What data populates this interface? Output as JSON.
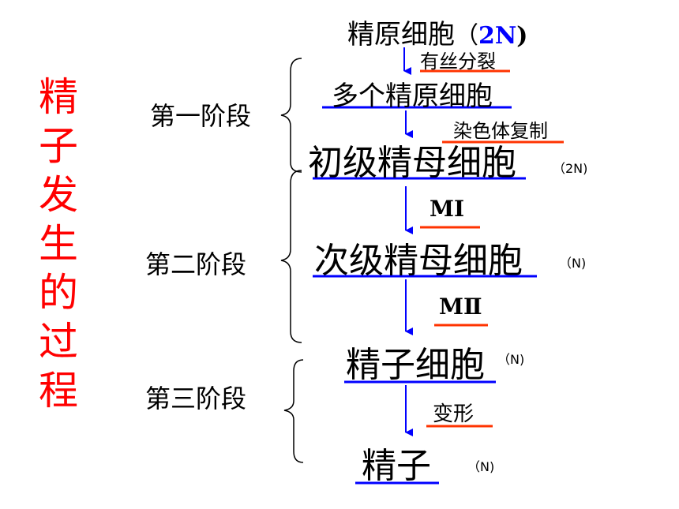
{
  "title_chars": [
    "精",
    "子",
    "发",
    "生",
    "的",
    "过",
    "程"
  ],
  "stages": {
    "stage1": "第一阶段",
    "stage2": "第二阶段",
    "stage3": "第三阶段"
  },
  "nodes": {
    "spermatogonium": "精原细胞",
    "spermatogonium_ploidy": "2N",
    "many_spermatogonia": "多个精原细胞",
    "primary_spermatocyte": "初级精母细胞",
    "primary_ploidy": "（2N)",
    "secondary_spermatocyte": "次级精母细胞",
    "secondary_ploidy": "（N)",
    "spermatid": "精子细胞",
    "spermatid_ploidy": "（N)",
    "sperm": "精子",
    "sperm_ploidy": "（N)"
  },
  "processes": {
    "mitosis": "有丝分裂",
    "dna_replication": "染色体复制",
    "meiosis1": "MⅠ",
    "meiosis2": "MⅡ",
    "transformation": "变形"
  },
  "colors": {
    "title": "#ff0000",
    "underline_node": "#0000ff",
    "underline_process": "#ff3300",
    "arrow": "#0000ff",
    "ploidy": "#0000ff"
  }
}
